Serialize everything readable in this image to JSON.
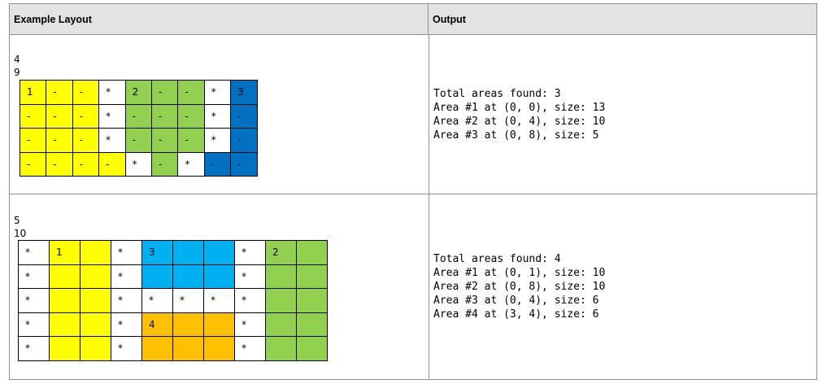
{
  "headers": {
    "layout": "Example Layout",
    "output": "Output"
  },
  "colors": {
    "yellow": "#ffff00",
    "green": "#92d050",
    "dark_blue": "#0070c0",
    "light_blue": "#00b0f0",
    "orange": "#ffc000",
    "white": "#ffffff"
  },
  "examples": [
    {
      "rows": "4",
      "cols": "9",
      "grid": [
        [
          {
            "t": "1",
            "c": "yellow"
          },
          {
            "t": "-",
            "c": "yellow"
          },
          {
            "t": "-",
            "c": "yellow"
          },
          {
            "t": "*",
            "c": "white"
          },
          {
            "t": "2",
            "c": "green"
          },
          {
            "t": "-",
            "c": "green"
          },
          {
            "t": "-",
            "c": "green"
          },
          {
            "t": "*",
            "c": "white"
          },
          {
            "t": "3",
            "c": "dark_blue"
          }
        ],
        [
          {
            "t": "-",
            "c": "yellow"
          },
          {
            "t": "-",
            "c": "yellow"
          },
          {
            "t": "-",
            "c": "yellow"
          },
          {
            "t": "*",
            "c": "white"
          },
          {
            "t": "-",
            "c": "green"
          },
          {
            "t": "-",
            "c": "green"
          },
          {
            "t": "-",
            "c": "green"
          },
          {
            "t": "*",
            "c": "white"
          },
          {
            "t": "-",
            "c": "dark_blue"
          }
        ],
        [
          {
            "t": "-",
            "c": "yellow"
          },
          {
            "t": "-",
            "c": "yellow"
          },
          {
            "t": "-",
            "c": "yellow"
          },
          {
            "t": "*",
            "c": "white"
          },
          {
            "t": "-",
            "c": "green"
          },
          {
            "t": "-",
            "c": "green"
          },
          {
            "t": "-",
            "c": "green"
          },
          {
            "t": "*",
            "c": "white"
          },
          {
            "t": "-",
            "c": "dark_blue"
          }
        ],
        [
          {
            "t": "-",
            "c": "yellow"
          },
          {
            "t": "-",
            "c": "yellow"
          },
          {
            "t": "-",
            "c": "yellow"
          },
          {
            "t": "-",
            "c": "yellow"
          },
          {
            "t": "*",
            "c": "white"
          },
          {
            "t": "-",
            "c": "green"
          },
          {
            "t": "*",
            "c": "white"
          },
          {
            "t": "-",
            "c": "dark_blue"
          },
          {
            "t": "-",
            "c": "dark_blue"
          }
        ]
      ],
      "output": [
        "Total areas found: 3",
        "Area #1 at (0, 0), size: 13",
        "Area #2 at (0, 4), size: 10",
        "Area #3 at (0, 8), size: 5"
      ]
    },
    {
      "rows": "5",
      "cols": "10",
      "grid": [
        [
          {
            "t": "*",
            "c": "white"
          },
          {
            "t": "1",
            "c": "yellow"
          },
          {
            "t": "",
            "c": "yellow"
          },
          {
            "t": "*",
            "c": "white"
          },
          {
            "t": "3",
            "c": "light_blue"
          },
          {
            "t": "",
            "c": "light_blue"
          },
          {
            "t": "",
            "c": "light_blue"
          },
          {
            "t": "*",
            "c": "white"
          },
          {
            "t": "2",
            "c": "green"
          },
          {
            "t": "",
            "c": "green"
          }
        ],
        [
          {
            "t": "*",
            "c": "white"
          },
          {
            "t": "",
            "c": "yellow"
          },
          {
            "t": "",
            "c": "yellow"
          },
          {
            "t": "*",
            "c": "white"
          },
          {
            "t": "",
            "c": "light_blue"
          },
          {
            "t": "",
            "c": "light_blue"
          },
          {
            "t": "",
            "c": "light_blue"
          },
          {
            "t": "*",
            "c": "white"
          },
          {
            "t": "",
            "c": "green"
          },
          {
            "t": "",
            "c": "green"
          }
        ],
        [
          {
            "t": "*",
            "c": "white"
          },
          {
            "t": "",
            "c": "yellow"
          },
          {
            "t": "",
            "c": "yellow"
          },
          {
            "t": "*",
            "c": "white"
          },
          {
            "t": "*",
            "c": "white"
          },
          {
            "t": "*",
            "c": "white"
          },
          {
            "t": "*",
            "c": "white"
          },
          {
            "t": "*",
            "c": "white"
          },
          {
            "t": "",
            "c": "green"
          },
          {
            "t": "",
            "c": "green"
          }
        ],
        [
          {
            "t": "*",
            "c": "white"
          },
          {
            "t": "",
            "c": "yellow"
          },
          {
            "t": "",
            "c": "yellow"
          },
          {
            "t": "*",
            "c": "white"
          },
          {
            "t": "4",
            "c": "orange"
          },
          {
            "t": "",
            "c": "orange"
          },
          {
            "t": "",
            "c": "orange"
          },
          {
            "t": "*",
            "c": "white"
          },
          {
            "t": "",
            "c": "green"
          },
          {
            "t": "",
            "c": "green"
          }
        ],
        [
          {
            "t": "*",
            "c": "white"
          },
          {
            "t": "",
            "c": "yellow"
          },
          {
            "t": "",
            "c": "yellow"
          },
          {
            "t": "*",
            "c": "white"
          },
          {
            "t": "",
            "c": "orange"
          },
          {
            "t": "",
            "c": "orange"
          },
          {
            "t": "",
            "c": "orange"
          },
          {
            "t": "*",
            "c": "white"
          },
          {
            "t": "",
            "c": "green"
          },
          {
            "t": "",
            "c": "green"
          }
        ]
      ],
      "output": [
        "Total areas found: 4",
        "Area #1 at (0, 1), size: 10",
        "Area #2 at (0, 8), size: 10",
        "Area #3 at (0, 4), size: 6",
        "Area #4 at (3, 4), size: 6"
      ]
    }
  ]
}
